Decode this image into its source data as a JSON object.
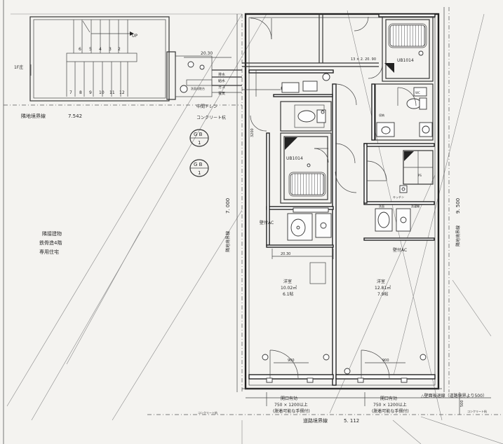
{
  "left_area": {
    "stairs_up": "UP",
    "step_numbers_top": [
      "6",
      "5",
      "4",
      "3",
      "2"
    ],
    "step_numbers_bottom": [
      "7",
      "8",
      "9",
      "10",
      "11",
      "12"
    ],
    "floor_1f": "1F庄",
    "dim_2030_top": "20.30",
    "boundary_west_label": "隣地境界線",
    "boundary_west_dim": "7.542",
    "concrete_pile": "コンクリート杭",
    "central_drain": "中間ドレン",
    "gb_label_1": "G B",
    "gb_num_1": "1",
    "gb_label_2": "G B",
    "gb_num_2": "1",
    "neighbor_line1": "隣接建物",
    "neighbor_line2": "鉄骨造4階",
    "neighbor_line3": "専用住宅",
    "concrete_small": "コンクリート杭",
    "pipe_tags": [
      "排水",
      "給水",
      "ガス",
      "電気"
    ]
  },
  "units": {
    "ub_label_left": "UB1014",
    "ub_label_right": "UB1014",
    "dim_2030_mid": "20.30",
    "dim_1320": "13 × 2. 20. 90",
    "height_3200": "3200",
    "ac_left": "壁付AC",
    "ac_right": "壁付AC",
    "room_left_name": "洋室",
    "room_left_area": "10.02㎡",
    "room_left_tatami": "6.1帖",
    "room_right_name": "洋室",
    "room_right_area": "12.81㎡",
    "room_right_tatami": "7.9帖",
    "door_left_width": "900",
    "door_right_width": "900",
    "kitchen_tag": "キッチン",
    "shelf_tag": "収納",
    "toilet_tag": "WC",
    "washer_tag": "洗濯機",
    "sink_tag": "洗面",
    "box_tag": "PS"
  },
  "bottom": {
    "opening_left_1": "開口有効",
    "opening_left_2": "750 × 1200以上",
    "opening_left_3": "(脱着可能な手摺付)",
    "opening_right_1": "開口有効",
    "opening_right_2": "750 × 1200以上",
    "opening_right_3": "(脱着可能な手摺付)",
    "road_label": "道路境界線",
    "road_dim": "5. 112",
    "road_sub": "コンクリート杭",
    "setback_note": "△壁面後退線（道路境界より500）",
    "setback_dim": "500",
    "small_right": "コンクリート杭"
  },
  "right_area": {
    "boundary_east_label": "隣地境界線",
    "boundary_east_dim": "9. 500",
    "boundary_mid_label": "隣地境界線",
    "boundary_mid_dim": "7. 000"
  },
  "colors": {
    "paper": "#f4f3f0",
    "ink": "#222222"
  }
}
